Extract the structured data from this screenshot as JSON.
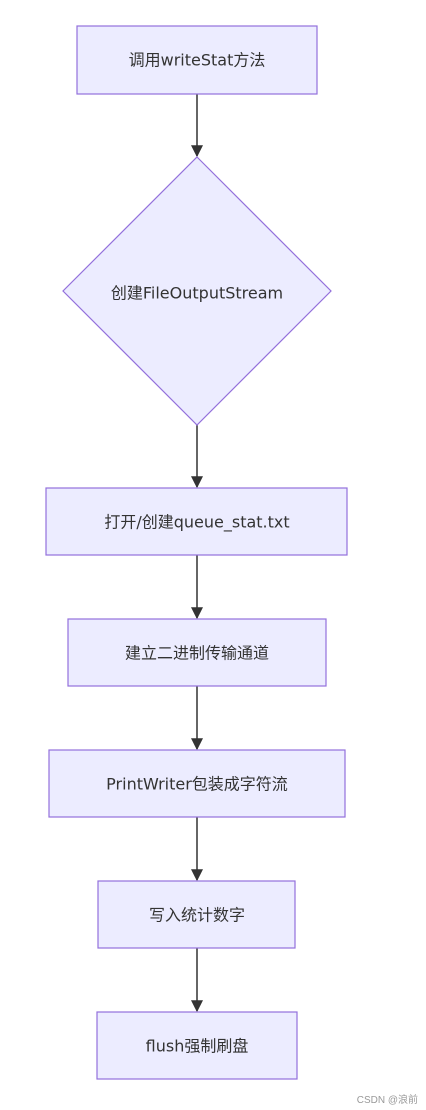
{
  "flowchart": {
    "nodes": [
      {
        "id": "n1",
        "shape": "rect",
        "label": "调用writeStat方法"
      },
      {
        "id": "n2",
        "shape": "diamond",
        "label": "创建FileOutputStream"
      },
      {
        "id": "n3",
        "shape": "rect",
        "label": "打开/创建queue_stat.txt"
      },
      {
        "id": "n4",
        "shape": "rect",
        "label": "建立二进制传输通道"
      },
      {
        "id": "n5",
        "shape": "rect",
        "label": "PrintWriter包装成字符流"
      },
      {
        "id": "n6",
        "shape": "rect",
        "label": "写入统计数字"
      },
      {
        "id": "n7",
        "shape": "rect",
        "label": "flush强制刷盘"
      }
    ],
    "edges": [
      {
        "from": "n1",
        "to": "n2"
      },
      {
        "from": "n2",
        "to": "n3"
      },
      {
        "from": "n3",
        "to": "n4"
      },
      {
        "from": "n4",
        "to": "n5"
      },
      {
        "from": "n5",
        "to": "n6"
      },
      {
        "from": "n6",
        "to": "n7"
      }
    ],
    "colors": {
      "node_fill": "#ececff",
      "node_stroke": "#9370db",
      "edge": "#333333",
      "text": "#333333"
    }
  },
  "watermark": "CSDN @浪前"
}
